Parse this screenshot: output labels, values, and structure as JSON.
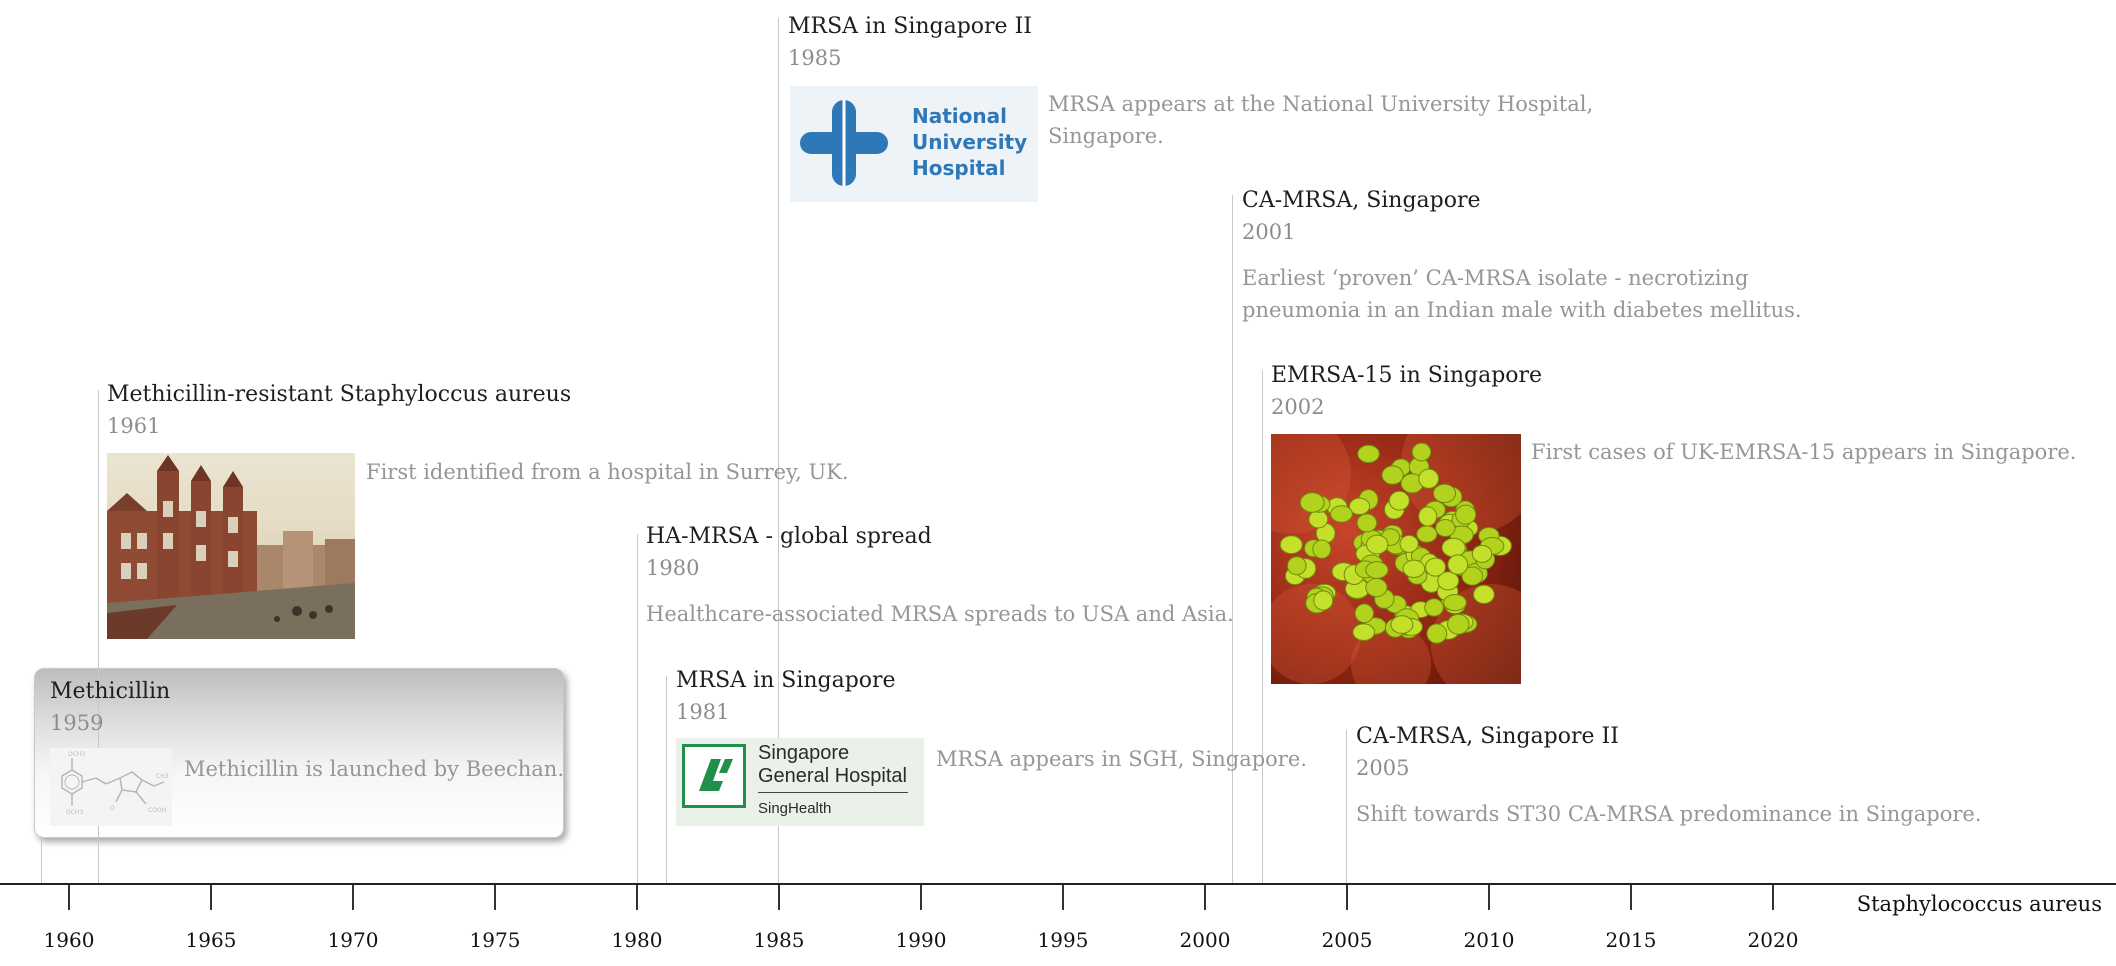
{
  "timeline": {
    "axis_label": "Staphylococcus aureus",
    "ticks": [
      "1960",
      "1965",
      "1970",
      "1975",
      "1980",
      "1985",
      "1990",
      "1995",
      "2000",
      "2005",
      "2010",
      "2015",
      "2020"
    ],
    "events": [
      {
        "id": "methicillin",
        "title": "Methicillin",
        "year": "1959",
        "description": "Methicillin is launched by Beechan.",
        "image": "methicillin-structure-icon"
      },
      {
        "id": "mrsa-1961",
        "title": "Methicillin-resistant Staphyloccus aureus",
        "year": "1961",
        "description": "First identified from a hospital in Surrey, UK.",
        "image": "surrey-hospital-photo"
      },
      {
        "id": "ha-mrsa",
        "title": "HA-MRSA - global spread",
        "year": "1980",
        "description": "Healthcare-associated MRSA spreads to USA and Asia."
      },
      {
        "id": "mrsa-sg",
        "title": "MRSA in Singapore",
        "year": "1981",
        "description": "MRSA appears in SGH, Singapore.",
        "image": "sgh-logo",
        "logo": {
          "line1": "Singapore",
          "line2": "General Hospital",
          "line3": "SingHealth"
        }
      },
      {
        "id": "mrsa-sg-2",
        "title": "MRSA in Singapore II",
        "year": "1985",
        "description_lines": [
          "MRSA appears at the National University Hospital,",
          "Singapore."
        ],
        "image": "nuh-logo",
        "logo": {
          "line1": "National",
          "line2": "University",
          "line3": "Hospital"
        }
      },
      {
        "id": "ca-mrsa",
        "title": "CA-MRSA, Singapore",
        "year": "2001",
        "description_lines": [
          "Earliest ‘proven’ CA-MRSA isolate - necrotizing",
          "pneumonia in an Indian male with diabetes mellitus."
        ]
      },
      {
        "id": "emrsa",
        "title": "EMRSA-15 in Singapore",
        "year": "2002",
        "description": "First cases of UK-EMRSA-15 appears in Singapore.",
        "image": "bacteria-micrograph"
      },
      {
        "id": "ca-mrsa-2",
        "title": "CA-MRSA, Singapore II",
        "year": "2005",
        "description": "Shift towards ST30 CA-MRSA predominance in Singapore."
      }
    ]
  },
  "colors": {
    "nuh_blue": "#2f78b8",
    "sgh_green": "#1f8f4a",
    "bacteria_green": "#c4e02a",
    "micrograph_red": "#b8371c"
  }
}
